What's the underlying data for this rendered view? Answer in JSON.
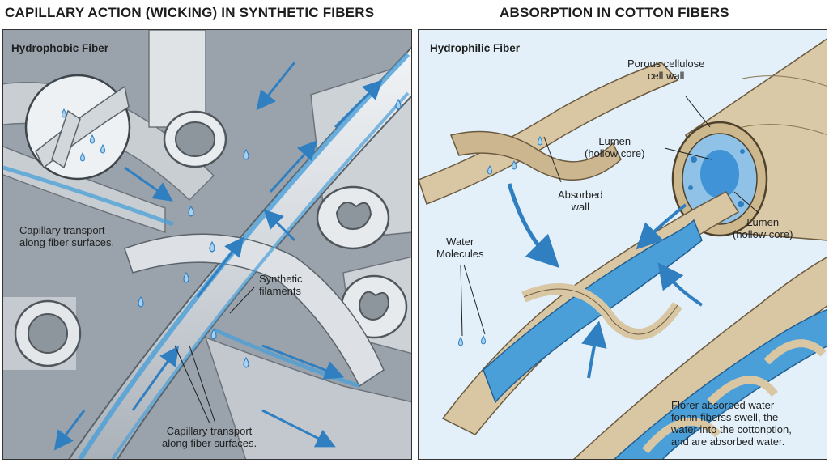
{
  "titles": {
    "left": "CAPILLARY ACTION (WICKING) IN SYNTHETIC FIBERS",
    "right": "ABSORPTION IN COTTON FIBERS"
  },
  "left_panel": {
    "heading": "Hydrophobic Fiber",
    "label_capillary_top": "Capillary transport\nalong fiber surfaces.",
    "label_synthetic": "Synthetic\nfilaments",
    "label_capillary_bottom": "Capillary transport\nalong fiber surfaces."
  },
  "right_panel": {
    "heading": "Hydrophilic Fiber",
    "label_porous": "Porous cellulose\ncell wall",
    "label_lumen_center": "Lumen\n(hollow core)",
    "label_absorbed_wall": "Absorbed\nwall",
    "label_lumen_right": "Lumen\n(hollow core)",
    "label_water": "Water\nMolecules",
    "caption": "Florer absorbed water\nfonnn fiberss swell, the\nwater into the cottonption,\nand are absorbed water."
  },
  "colors": {
    "water": "#4a9fd8",
    "water_light": "#a8d3f0",
    "fiber_gray": "#d9dde1",
    "cotton": "#d9c7a4"
  }
}
